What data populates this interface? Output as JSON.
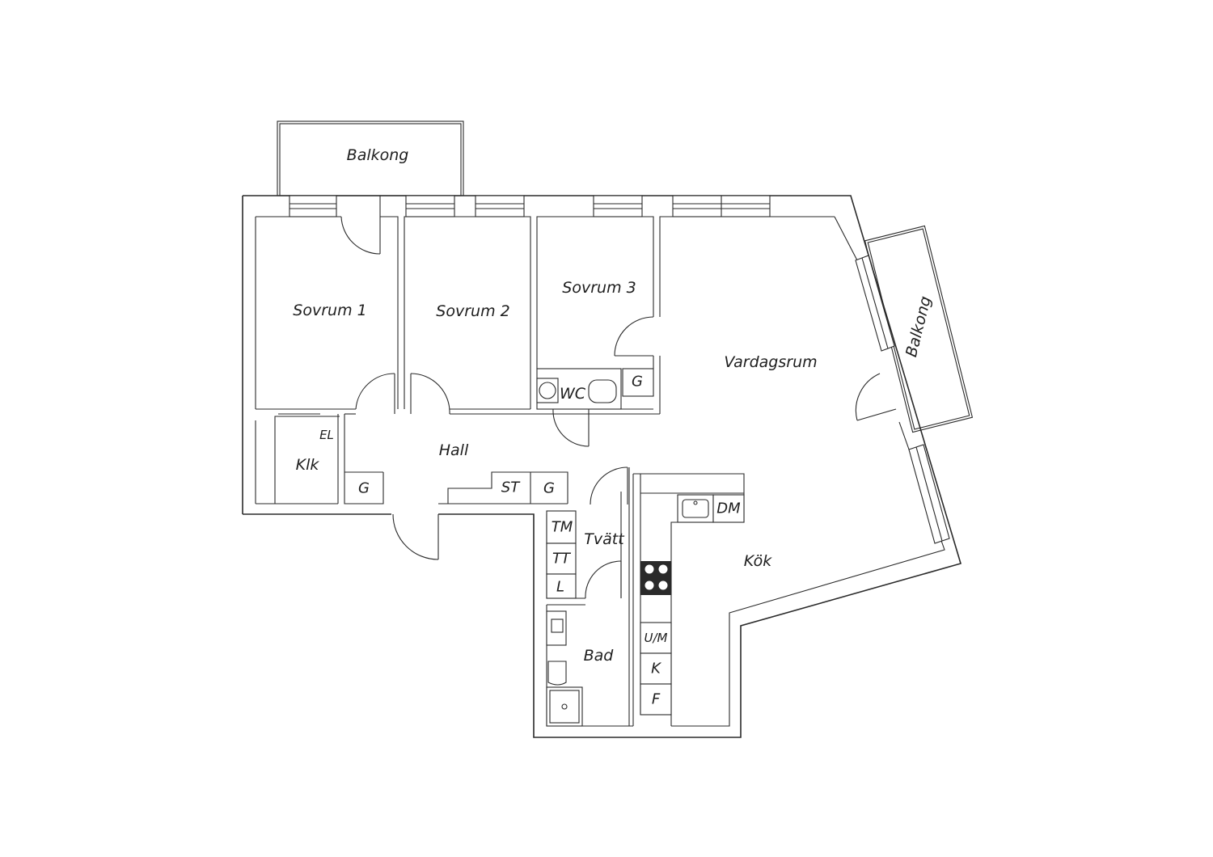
{
  "rooms": {
    "balkong_top": "Balkong",
    "balkong_side": "Balkong",
    "sovrum1": "Sovrum 1",
    "sovrum2": "Sovrum 2",
    "sovrum3": "Sovrum 3",
    "vardagsrum": "Vardagsrum",
    "hall": "Hall",
    "klk": "Klk",
    "tvatt": "Tvätt",
    "kok": "Kök",
    "bad": "Bad",
    "wc": "WC"
  },
  "fixtures": {
    "el": "EL",
    "g_wc": "G",
    "g_hall": "G",
    "st": "ST",
    "g_hall2": "G",
    "dm": "DM",
    "tm": "TM",
    "tt": "TT",
    "l": "L",
    "um": "U/M",
    "k": "K",
    "f": "F"
  }
}
